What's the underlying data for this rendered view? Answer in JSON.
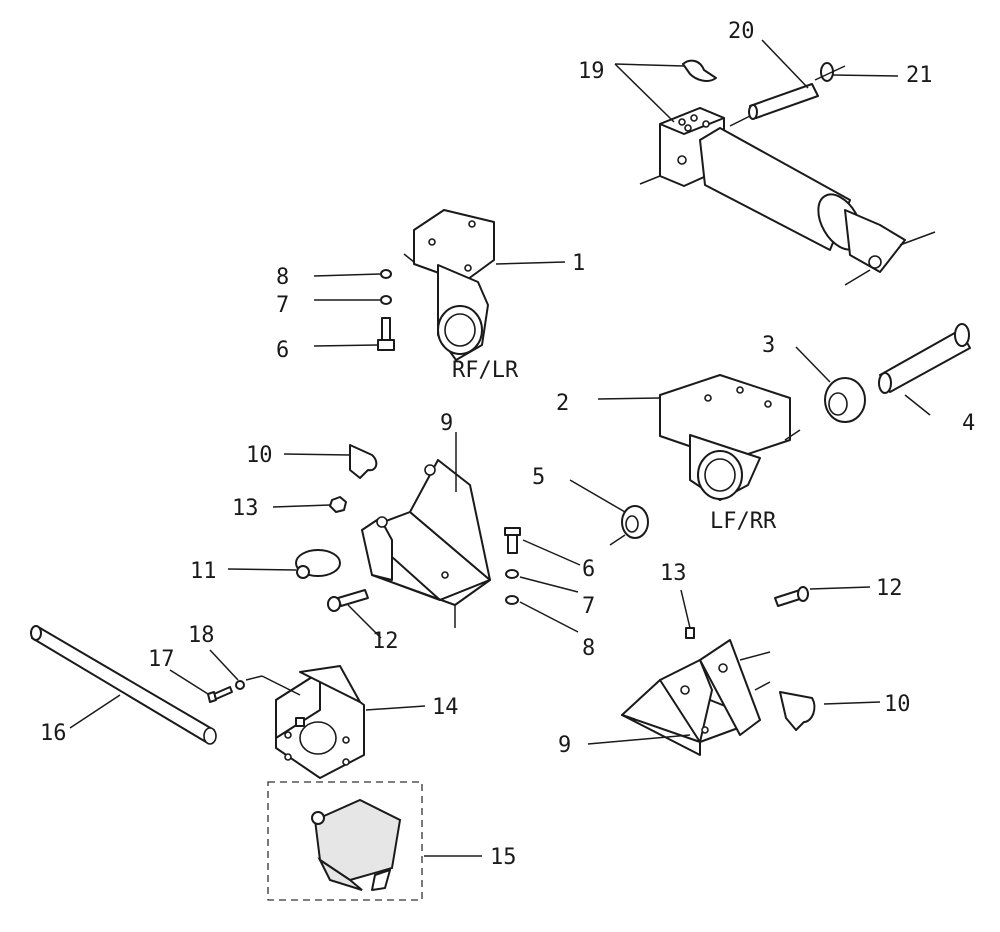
{
  "callouts": {
    "c1": "1",
    "c2": "2",
    "c3": "3",
    "c4": "4",
    "c5": "5",
    "c6a": "6",
    "c6b": "6",
    "c7a": "7",
    "c7b": "7",
    "c8a": "8",
    "c8b": "8",
    "c9a": "9",
    "c9b": "9",
    "c10a": "10",
    "c10b": "10",
    "c11": "11",
    "c12a": "12",
    "c12b": "12",
    "c13a": "13",
    "c13b": "13",
    "c14": "14",
    "c15": "15",
    "c16": "16",
    "c17": "17",
    "c18": "18",
    "c19": "19",
    "c20": "20",
    "c21": "21"
  },
  "notes": {
    "upper_bracket": "RF/LR",
    "lower_bracket": "LF/RR"
  }
}
